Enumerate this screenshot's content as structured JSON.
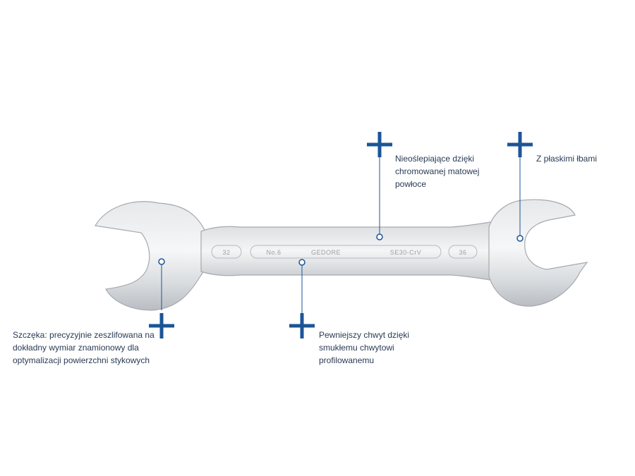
{
  "wrench": {
    "size_left": "32",
    "model": "No.6",
    "brand": "GEDORE",
    "steel": "SE30-CrV",
    "size_right": "36"
  },
  "callouts": {
    "jaw": "Szczęka: precyzyjnie zeszlifowana na\ndokładny wymiar znamionowy dla\noptymalizacji powierzchni stykowych",
    "grip": "Pewniejszy chwyt dzięki\nsmukłemu chwytowi\nprofilowanemu",
    "coating": "Nieoślepiające dzięki\nchromowanej matowej\npowłoce",
    "heads": "Z płaskimi łbami"
  },
  "colors": {
    "accent": "#1b5597",
    "line": "#1b5597",
    "wrench_light": "#f2f3f4",
    "wrench_mid": "#d4d7da",
    "wrench_dark": "#a9adb2"
  }
}
